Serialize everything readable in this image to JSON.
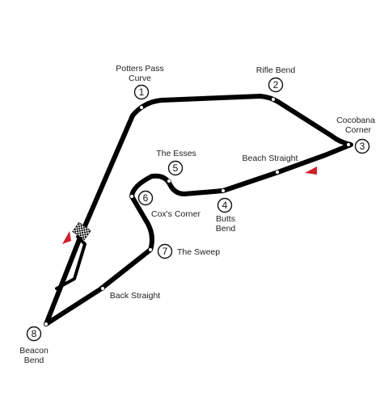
{
  "track": {
    "colors": {
      "track": "#000000",
      "marker_fill": "#ffffff",
      "arrow": "#d0202a"
    },
    "turns": [
      {
        "number": "1",
        "name": [
          "Potters Pass",
          "Curve"
        ]
      },
      {
        "number": "2",
        "name": [
          "Rifle Bend"
        ]
      },
      {
        "number": "3",
        "name": [
          "Cocobana",
          "Corner"
        ]
      },
      {
        "number": "4",
        "name": [
          "Butts",
          "Bend"
        ]
      },
      {
        "number": "5",
        "name": [
          "The Esses"
        ]
      },
      {
        "number": "6",
        "name": [
          "Cox's Corner"
        ]
      },
      {
        "number": "7",
        "name": [
          "The Sweep"
        ]
      },
      {
        "number": "8",
        "name": [
          "Beacon",
          "Bend"
        ]
      }
    ],
    "straights": [
      {
        "name": "Beach Straight"
      },
      {
        "name": "Back Straight"
      }
    ],
    "icons": {
      "start_finish": "checkered-flag-icon",
      "direction": "direction-arrow-icon"
    }
  }
}
